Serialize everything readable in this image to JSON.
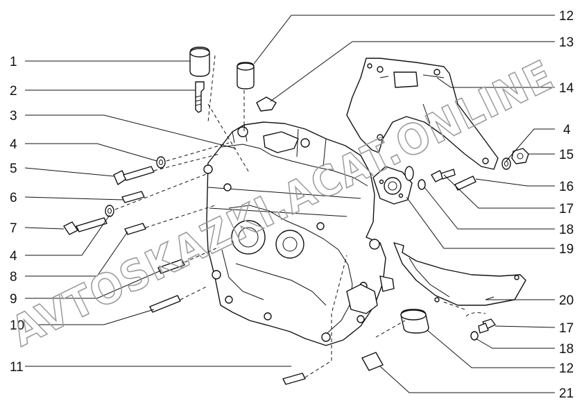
{
  "watermark": "AVTOSKAZKI.ACAT.ONLINE",
  "callouts": [
    {
      "id": "c1",
      "label": "1"
    },
    {
      "id": "c2",
      "label": "2"
    },
    {
      "id": "c3",
      "label": "3"
    },
    {
      "id": "c4a",
      "label": "4"
    },
    {
      "id": "c5",
      "label": "5"
    },
    {
      "id": "c6",
      "label": "6"
    },
    {
      "id": "c7",
      "label": "7"
    },
    {
      "id": "c4b",
      "label": "4"
    },
    {
      "id": "c8",
      "label": "8"
    },
    {
      "id": "c9",
      "label": "9"
    },
    {
      "id": "c10",
      "label": "10"
    },
    {
      "id": "c11",
      "label": "11"
    },
    {
      "id": "c12a",
      "label": "12"
    },
    {
      "id": "c13",
      "label": "13"
    },
    {
      "id": "c14",
      "label": "14"
    },
    {
      "id": "c4c",
      "label": "4"
    },
    {
      "id": "c15",
      "label": "15"
    },
    {
      "id": "c16",
      "label": "16"
    },
    {
      "id": "c17a",
      "label": "17"
    },
    {
      "id": "c18a",
      "label": "18"
    },
    {
      "id": "c19",
      "label": "19"
    },
    {
      "id": "c20",
      "label": "20"
    },
    {
      "id": "c17b",
      "label": "17"
    },
    {
      "id": "c18b",
      "label": "18"
    },
    {
      "id": "c12b",
      "label": "12"
    },
    {
      "id": "c21",
      "label": "21"
    }
  ]
}
